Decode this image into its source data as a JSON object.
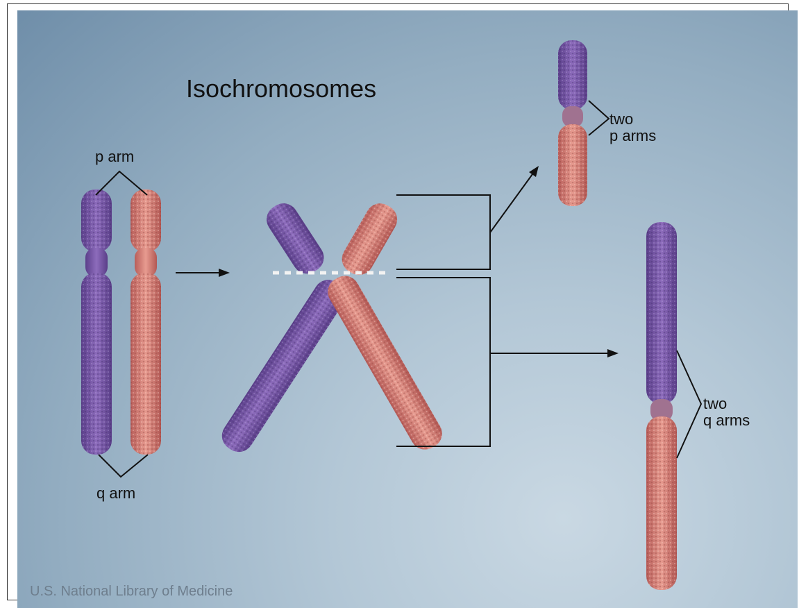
{
  "diagram": {
    "title": "Isochromosomes",
    "labels": {
      "p_arm": "p arm",
      "q_arm": "q arm",
      "two_p_line1": "two",
      "two_p_line2": "p arms",
      "two_q_line1": "two",
      "two_q_line2": "q arms"
    },
    "credit": "U.S. National Library of Medicine"
  },
  "colors": {
    "p_arm_purple": "#7a5aa8",
    "q_arm_pink": "#d9827a",
    "background": "#9fb6c8"
  }
}
